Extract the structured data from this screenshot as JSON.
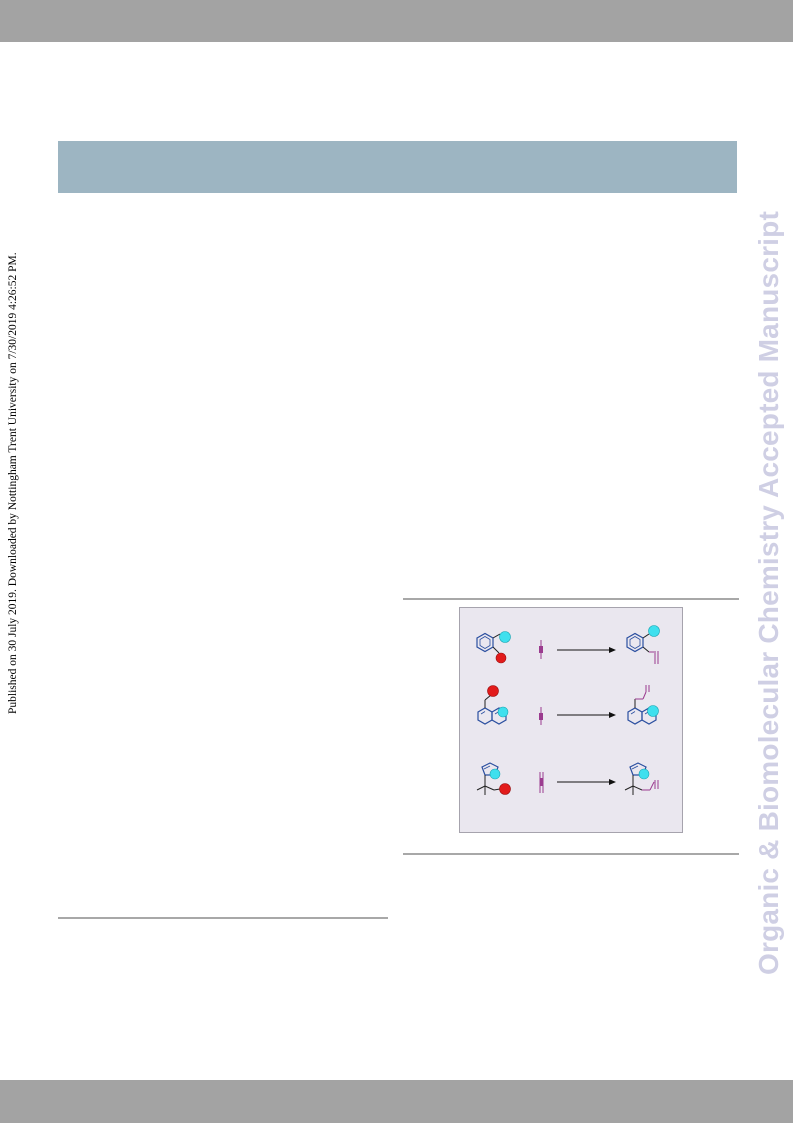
{
  "download_notice": "Published on 30 July 2019. Downloaded by Nottingham Trent University on 7/30/2019 4:26:52 PM.",
  "watermark": "Organic & Biomolecular Chemistry Accepted Manuscript",
  "colors": {
    "bars": "#a3a3a3",
    "header_band": "#9db5c2",
    "watermark": "#cfcfe4",
    "graphic_bg": "#eae7ef",
    "ring_blue": "#2b4fa0",
    "reagent_purple": "#9b3b8f",
    "dot_cyan": "#3fe0ee",
    "dot_red": "#e21b1b"
  },
  "graphic": {
    "rows": [
      {
        "substrate": "benzene-ortho-disubstituted",
        "product": "ortho-alkenylated-benzene"
      },
      {
        "substrate": "naphthylmethyl-peri-disubstituted",
        "product": "peri-allylated-naphthalene"
      },
      {
        "substrate": "pyrrole-neopentyl",
        "product": "allylated-pyrrole-neopentyl"
      }
    ]
  }
}
